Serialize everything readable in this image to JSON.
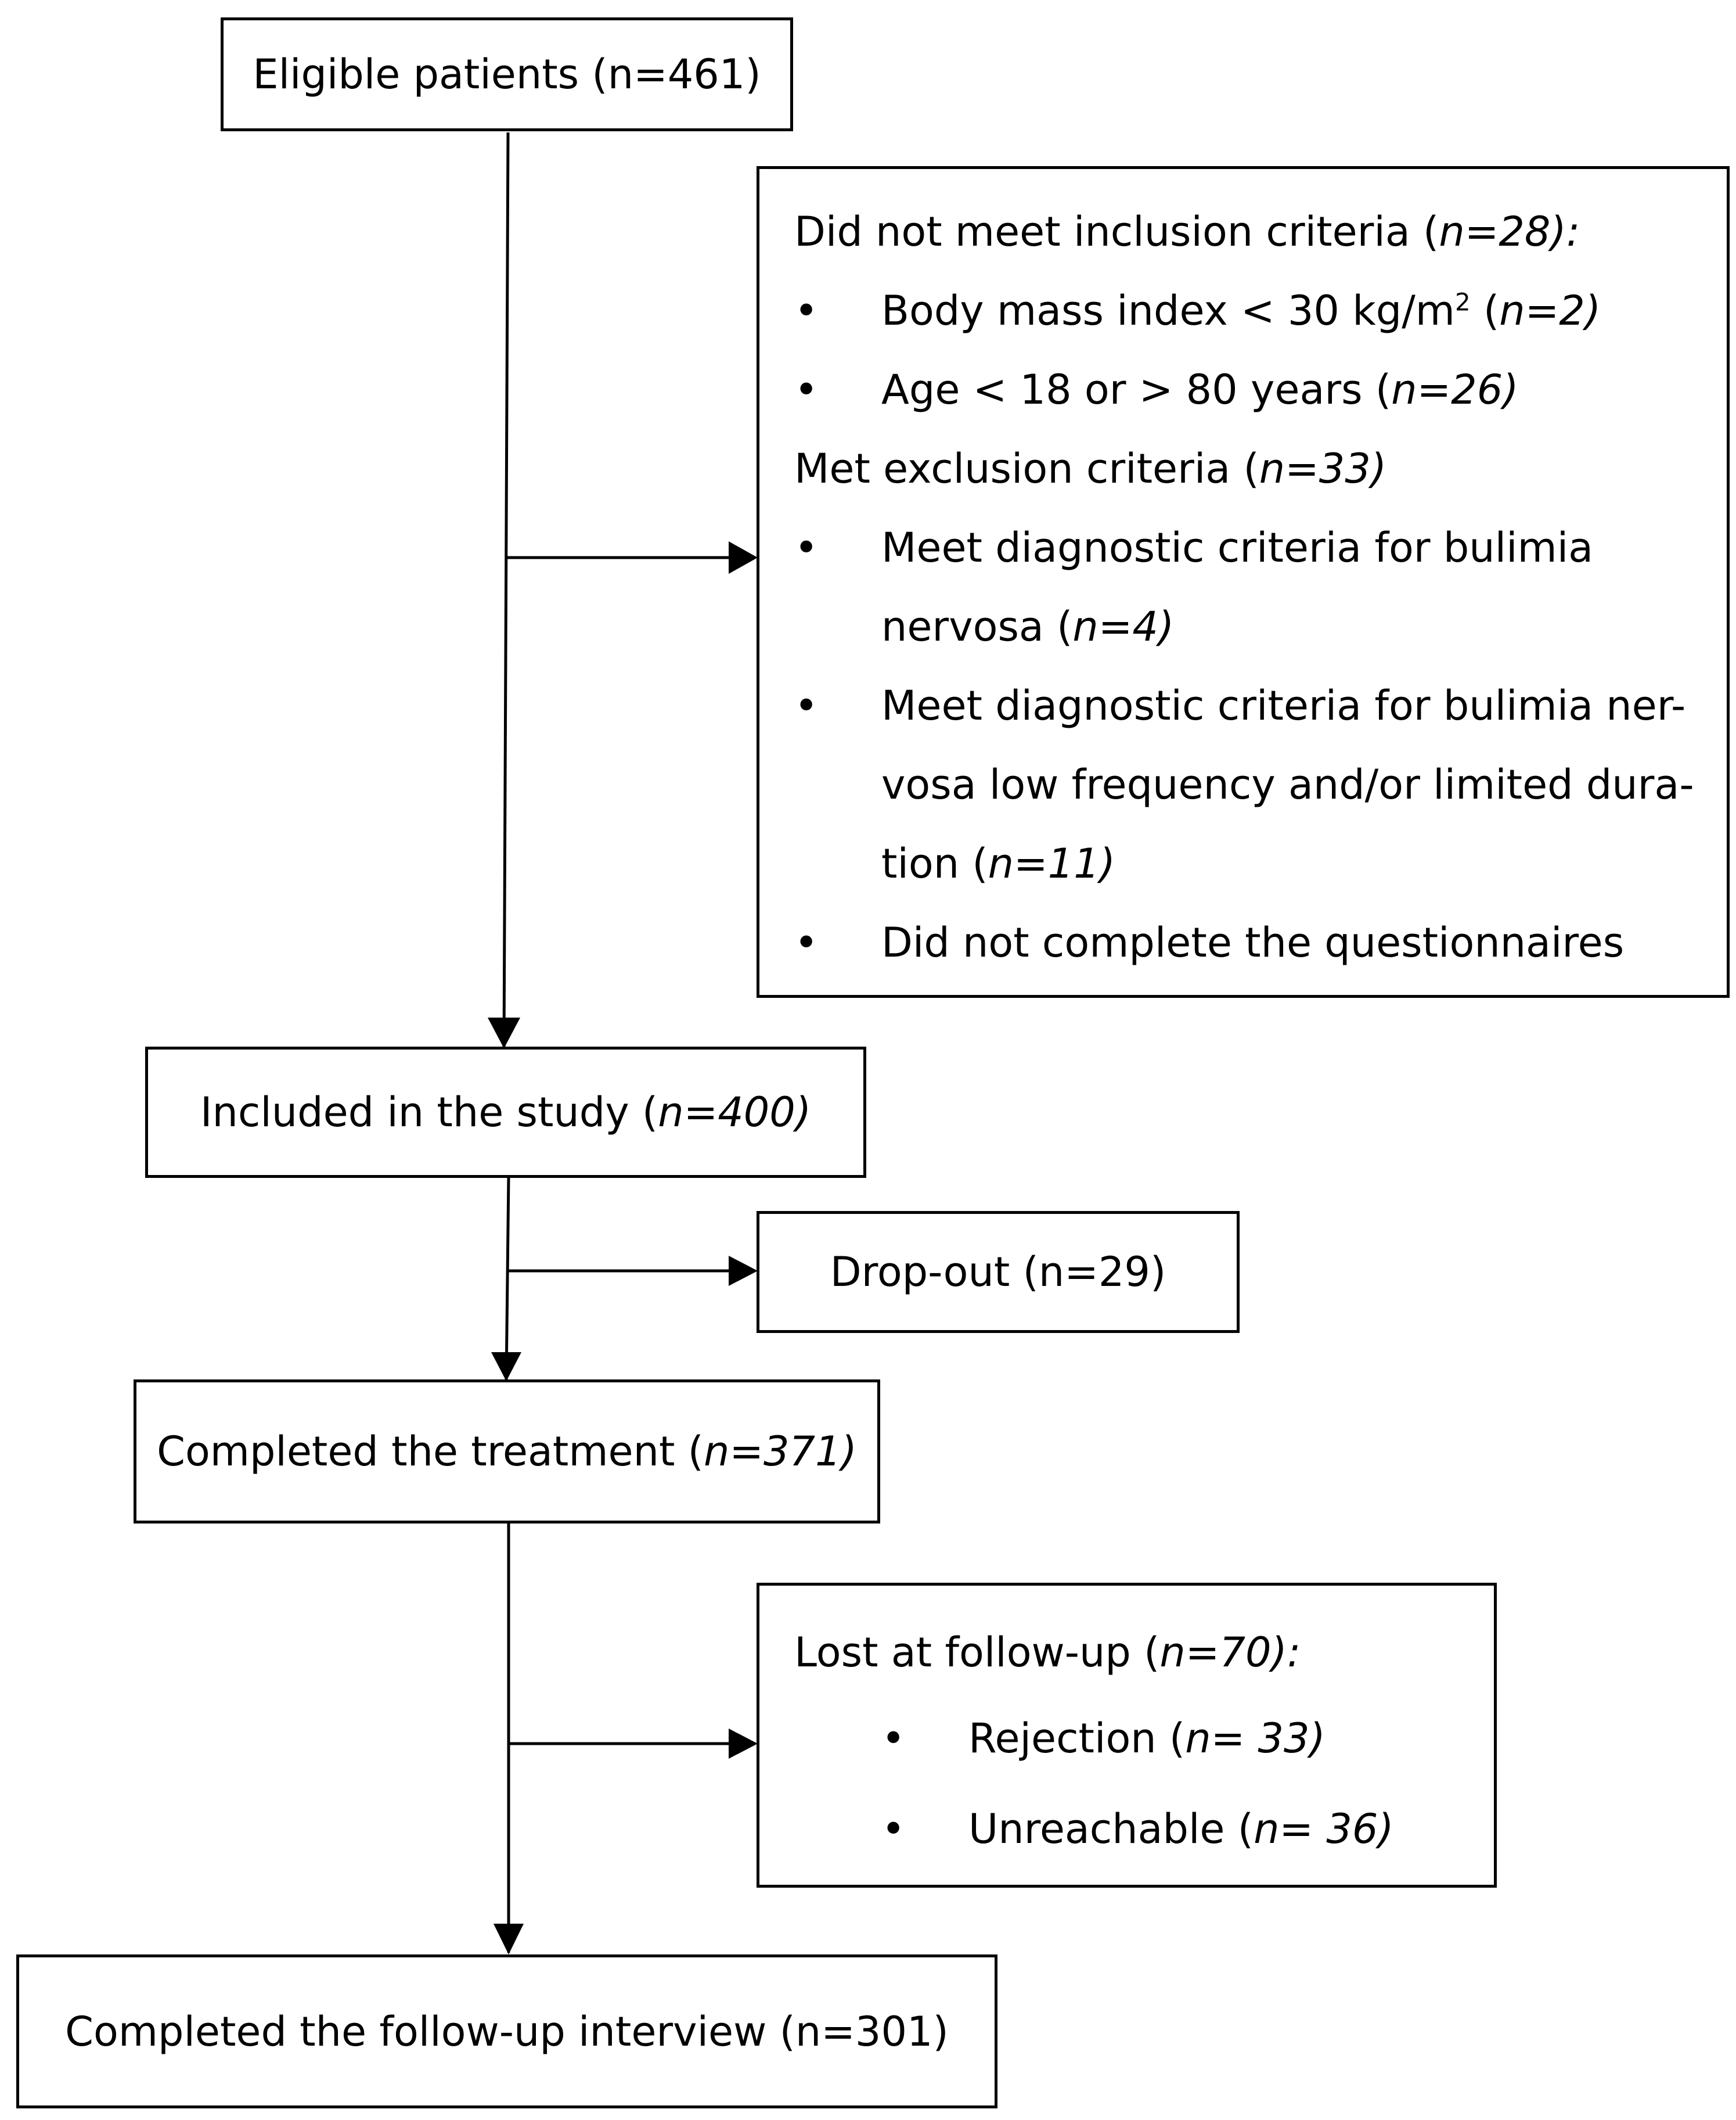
{
  "colors": {
    "line": "#000000",
    "background": "#ffffff"
  },
  "nodes": {
    "eligible": "Eligible patients (n=461)",
    "exclusions": {
      "inclusion_heading": "Did not meet inclusion criteria (",
      "inclusion_n": "n=28):",
      "bmi_text": "Body mass index < 30 kg/m",
      "bmi_sup": "2",
      "bmi_n": "n=2)",
      "age_text": "Age < 18 or > 80 years (",
      "age_n": "n=26)",
      "exclusion_heading": "Met exclusion criteria (",
      "exclusion_n": "n=33)",
      "bn_line1": "Meet diagnostic criteria for bulimia",
      "bn_line2": "nervosa (",
      "bn_n": "n=4)",
      "bnlf_line1": "Meet diagnostic criteria for bulimia ner-",
      "bnlf_line2": "vosa low frequency and/or limited dura-",
      "bnlf_line3": "tion (",
      "bnlf_n": "n=11)",
      "questionnaires": "Did not complete the questionnaires"
    },
    "included_prefix": "Included in the study (",
    "included_n": "n=400)",
    "dropout": "Drop-out (n=29)",
    "completed_treatment_prefix": "Completed the treatment (",
    "completed_treatment_n": "n=371)",
    "lost": {
      "heading": "Lost at follow-up (",
      "heading_n": "n=70):",
      "rejection": "Rejection (",
      "rejection_n": "n= 33)",
      "unreachable": "Unreachable (",
      "unreachable_n": "n= 36)"
    },
    "completed_followup": "Completed the follow-up interview (n=301)"
  },
  "bullet_glyph": "•"
}
